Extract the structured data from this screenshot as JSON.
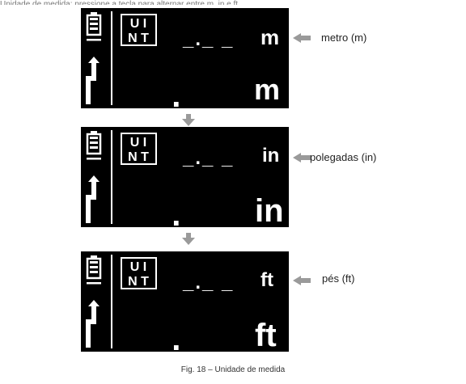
{
  "header_fragment": "Unidade de medida: pressione a tecla para alternar entre m, in e ft",
  "unit_badge": {
    "line1": "U I",
    "line2": "N T"
  },
  "dash_placeholder": "_._ _",
  "dash_placeholder_large": "_._ _",
  "panels": [
    {
      "id": "meter",
      "unit_small": "m",
      "unit_large": "m",
      "label": "metro (m)"
    },
    {
      "id": "inch",
      "unit_small": "in",
      "unit_large": "in",
      "label": "polegadas (in)"
    },
    {
      "id": "feet",
      "unit_small": "ft",
      "unit_large": "ft",
      "label": "pés (ft)"
    }
  ],
  "caption": "Fig.  18  –  Unidade de medida",
  "colors": {
    "lcd_bg": "#000000",
    "lcd_fg": "#ffffff",
    "arrow": "#9a9a9a"
  }
}
